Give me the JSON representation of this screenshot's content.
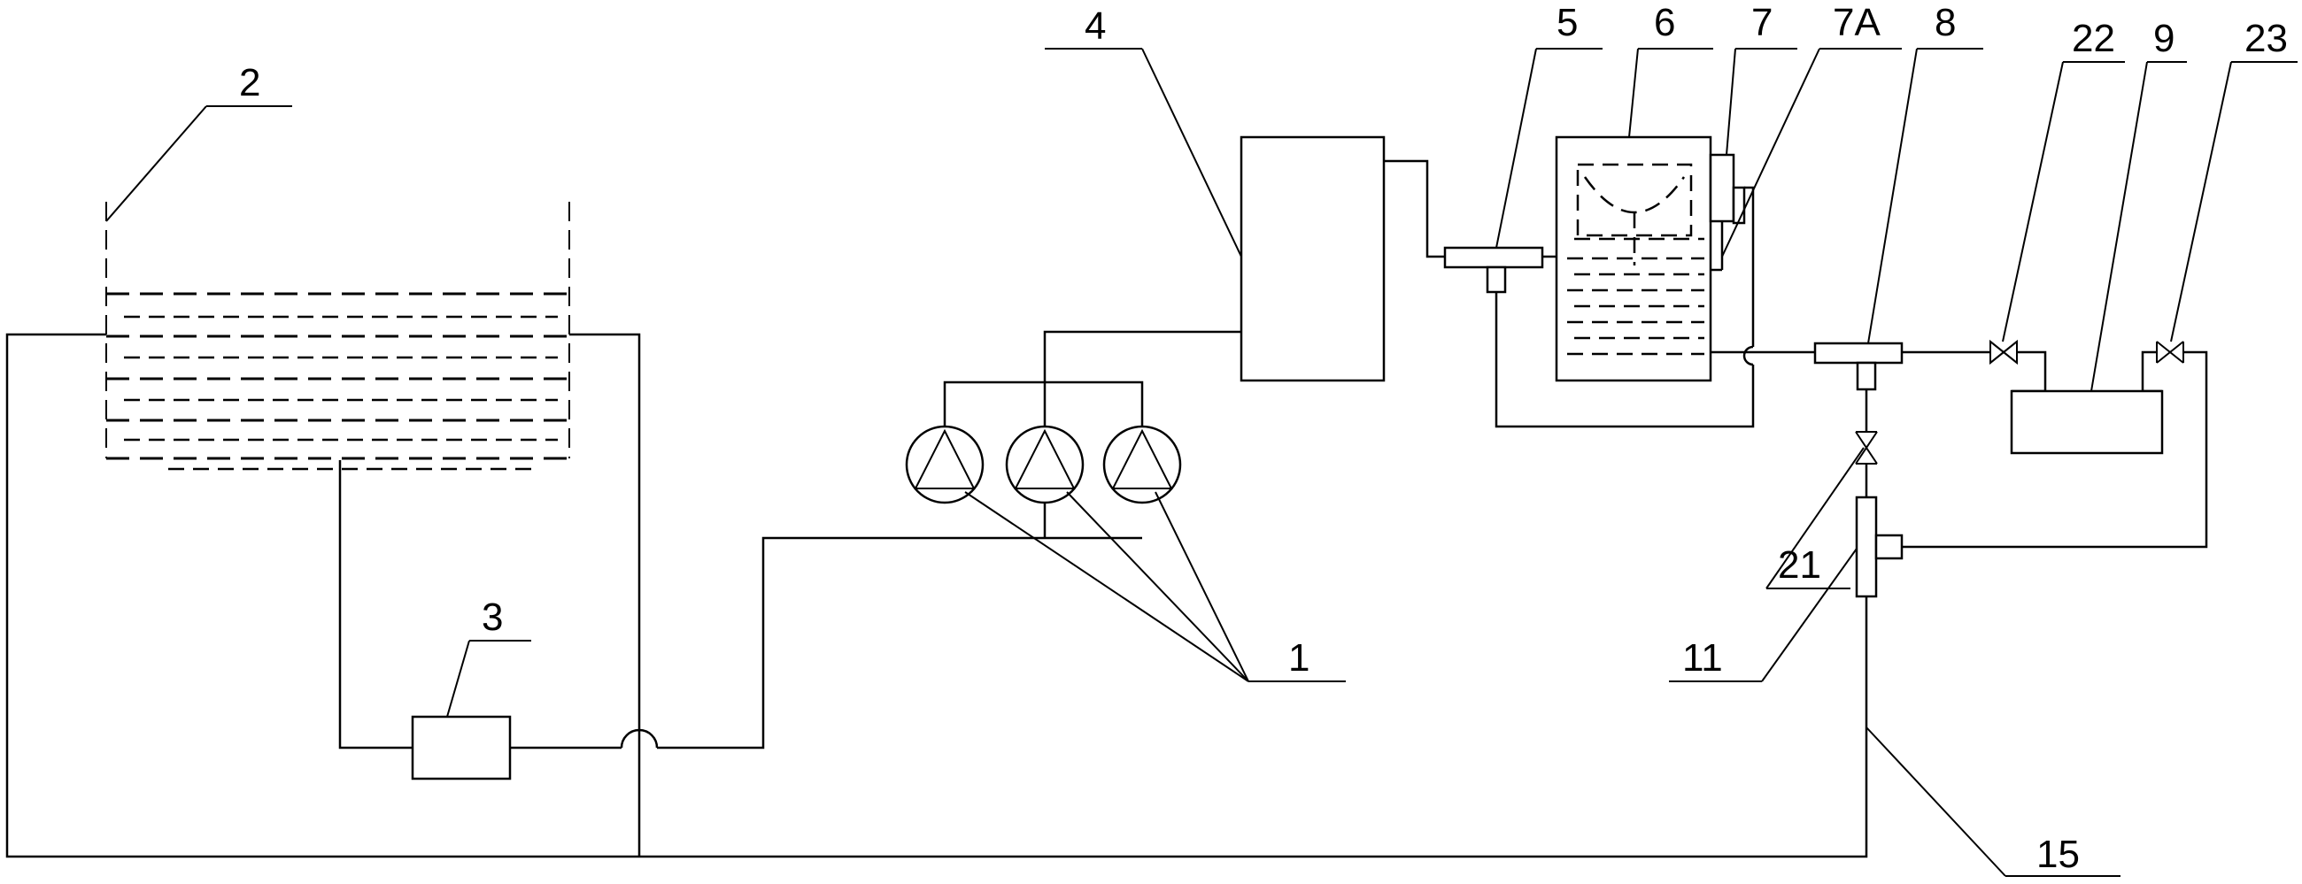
{
  "labels": {
    "l1": "1",
    "l2": "2",
    "l3": "3",
    "l4": "4",
    "l5": "5",
    "l6": "6",
    "l7": "7",
    "l7a": "7A",
    "l8": "8",
    "l9": "9",
    "l11": "11",
    "l15": "15",
    "l21": "21",
    "l22": "22",
    "l23": "23"
  }
}
